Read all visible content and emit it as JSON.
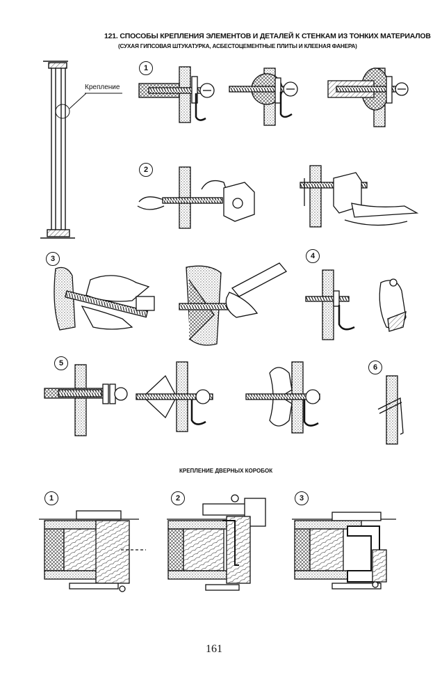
{
  "header": {
    "title": "121. СПОСОБЫ КРЕПЛЕНИЯ ЭЛЕМЕНТОВ И ДЕТАЛЕЙ К СТЕНКАМ ИЗ ТОНКИХ МАТЕРИАЛОВ",
    "subtitle": "(СУХАЯ ГИПСОВАЯ ШТУКАТУРКА, АСБЕСТОЦЕМЕНТНЫЕ ПЛИТЫ И КЛЕЕНАЯ ФАНЕРА)"
  },
  "wall_section": {
    "label": "Крепление"
  },
  "fastening_methods": [
    "1",
    "2",
    "3",
    "4",
    "5",
    "6"
  ],
  "door_frames": {
    "title": "КРЕПЛЕНИЕ ДВЕРНЫХ КОРОБОК",
    "variants": [
      "1",
      "2",
      "3"
    ]
  },
  "page_number": "161"
}
